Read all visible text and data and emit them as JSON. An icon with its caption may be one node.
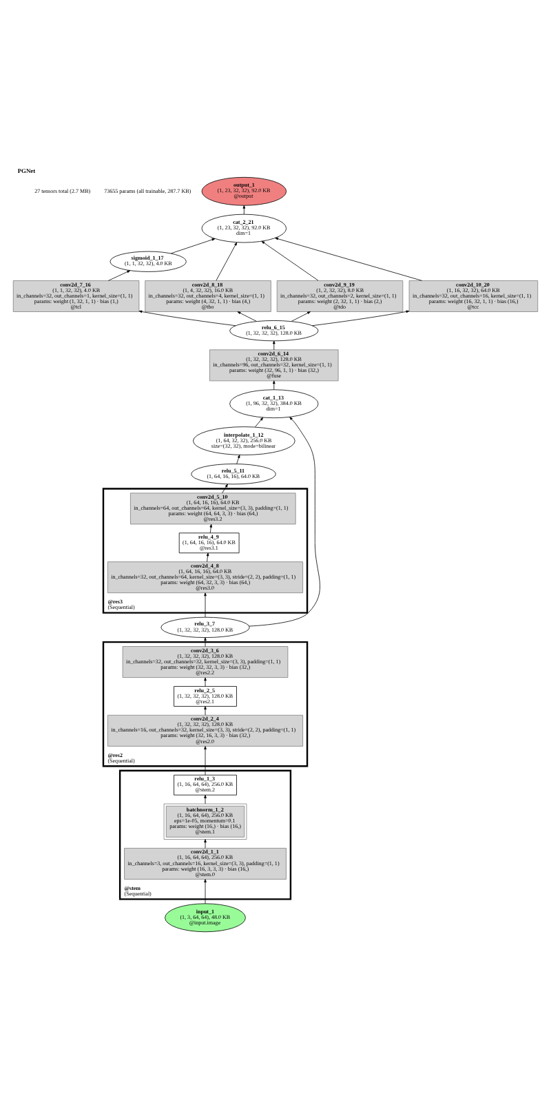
{
  "diagram": {
    "title": "PGNet",
    "nodes": [
      {
        "text": [
          "output_1",
          "(1, 23, 32, 32), 92.0 KB",
          "@output"
        ]
      },
      {
        "text": [
          "cat_2_21",
          "(1, 23, 32, 32), 92.0 KB",
          "dim=1"
        ]
      },
      {
        "text": [
          "sigmoid_1_17",
          "(1, 1, 32, 32), 4.0 KB"
        ]
      },
      {
        "text": [
          "conv2d_7_16",
          "(1, 1, 32, 32), 4.0 KB",
          "in_channels=32, out_channels=1, kernel_size=(1, 1)",
          "params: weight (1, 32, 1, 1) · bias (1,)",
          "@tcl"
        ]
      },
      {
        "text": [
          "conv2d_8_18",
          "(1, 4, 32, 32), 16.0 KB",
          "in_channels=32, out_channels=4, kernel_size=(1, 1)",
          "params: weight (4, 32, 1, 1) · bias (4,)",
          "@tbo"
        ]
      },
      {
        "text": [
          "conv2d_9_19",
          "(1, 2, 32, 32), 8.0 KB",
          "in_channels=32, out_channels=2, kernel_size=(1, 1)",
          "params: weight (2, 32, 1, 1) · bias (2,)",
          "@tdo"
        ]
      },
      {
        "text": [
          "conv2d_10_20",
          "(1, 16, 32, 32), 64.0 KB",
          "in_channels=32, out_channels=16, kernel_size=(1, 1)",
          "params: weight (16, 32, 1, 1) · bias (16,)",
          "@tcc"
        ]
      },
      {
        "text": [
          "relu_6_15",
          "(1, 32, 32, 32), 128.0 KB"
        ]
      },
      {
        "text": [
          "conv2d_6_14",
          "(1, 32, 32, 32), 128.0 KB",
          "in_channels=96, out_channels=32, kernel_size=(1, 1)",
          "params: weight (32, 96, 1, 1) · bias (32,)",
          "@fuse"
        ]
      },
      {
        "text": [
          "cat_1_13",
          "(1, 96, 32, 32), 384.0 KB",
          "dim=1"
        ]
      },
      {
        "text": [
          "interpolate_1_12",
          "(1, 64, 32, 32), 256.0 KB",
          "size=(32, 32), mode=bilinear"
        ]
      },
      {
        "text": [
          "relu_5_11",
          "(1, 64, 16, 16), 64.0 KB"
        ]
      },
      {
        "text": [
          "@res3",
          "(Sequential)"
        ]
      },
      {
        "text": [
          "conv2d_5_10",
          "(1, 64, 16, 16), 64.0 KB",
          "in_channels=64, out_channels=64, kernel_size=(3, 3), padding=(1, 1)",
          "params: weight (64, 64, 3, 3) · bias (64,)",
          "@res3.2"
        ],
        "in": 12
      },
      {
        "text": [
          "relu_4_9",
          "(1, 64, 16, 16), 64.0 KB",
          "@res3.1"
        ],
        "in": 12
      },
      {
        "text": [
          "conv2d_4_8",
          "(1, 64, 16, 16), 64.0 KB",
          "in_channels=32, out_channels=64, kernel_size=(3, 3), stride=(2, 2), padding=(1, 1)",
          "params: weight (64, 32, 3, 3) · bias (64,)",
          "@res3.0"
        ],
        "in": 12
      },
      {
        "text": [
          "relu_3_7",
          "(1, 32, 32, 32), 128.0 KB"
        ]
      },
      {
        "text": [
          "@res2",
          "(Sequential)"
        ]
      },
      {
        "text": [
          "conv2d_3_6",
          "(1, 32, 32, 32), 128.0 KB",
          "in_channels=32, out_channels=32, kernel_size=(3, 3), padding=(1, 1)",
          "params: weight (32, 32, 3, 3) · bias (32,)",
          "@res2.2"
        ],
        "in": 17
      },
      {
        "text": [
          "relu_2_5",
          "(1, 32, 32, 32), 128.0 KB",
          "@res2.1"
        ],
        "in": 17
      },
      {
        "text": [
          "conv2d_2_4",
          "(1, 32, 32, 32), 128.0 KB",
          "in_channels=16, out_channels=32, kernel_size=(3, 3), stride=(2, 2), padding=(1, 1)",
          "params: weight (32, 16, 3, 3) · bias (32,)",
          "@res2.0"
        ],
        "in": 17
      },
      {
        "text": [
          "@stem",
          "(Sequential)"
        ]
      },
      {
        "text": [
          "relu_1_3",
          "(1, 16, 64, 64), 256.0 KB",
          "@stem.2"
        ],
        "in": 21
      },
      {
        "text": [
          "batchnorm_1_2",
          "(1, 16, 64, 64), 256.0 KB",
          "eps=1e-05, momentum=0.1",
          "params: weight (16,) · bias (16,)",
          "@stem.1"
        ],
        "in": 21
      },
      {
        "text": [
          "conv2d_1_1",
          "(1, 16, 64, 64), 256.0 KB",
          "in_channels=3, out_channels=16, kernel_size=(3, 3), padding=(1, 1)",
          "params: weight (16, 3, 3, 3) · bias (16,)",
          "@stem.0"
        ],
        "in": 21
      },
      {
        "text": [
          "input_1",
          "(1, 3, 64, 64), 48.0 KB",
          "@input.image"
        ]
      }
    ],
    "edges": [
      {
        "from": 25,
        "to": 24,
        "arrow": "to"
      },
      {
        "from": 24,
        "to": 23,
        "arrow": "to"
      },
      {
        "from": 23,
        "to": 22,
        "arrow": "to"
      },
      {
        "from": 22,
        "to": 20,
        "arrow": "to"
      },
      {
        "from": 20,
        "to": 19,
        "arrow": "to"
      },
      {
        "from": 19,
        "to": 18,
        "arrow": "to"
      },
      {
        "from": 18,
        "to": 16,
        "arrow": "to"
      },
      {
        "from": 16,
        "to": 15,
        "arrow": "to"
      },
      {
        "from": 15,
        "to": 14,
        "arrow": "to"
      },
      {
        "from": 14,
        "to": 13,
        "arrow": "to"
      },
      {
        "from": 13,
        "to": 11,
        "arrow": "to"
      },
      {
        "from": 11,
        "to": 10,
        "arrow": "to"
      },
      {
        "from": 10,
        "to": 9,
        "arrow": "to"
      },
      {
        "from": 16,
        "to": 9,
        "arrow": "to"
      },
      {
        "from": 9,
        "to": 8,
        "arrow": "to"
      },
      {
        "from": 8,
        "to": 7,
        "arrow": "to"
      },
      {
        "from": 7,
        "to": 3,
        "arrow": "to"
      },
      {
        "from": 7,
        "to": 4,
        "arrow": "to"
      },
      {
        "from": 7,
        "to": 5,
        "arrow": "to"
      },
      {
        "from": 7,
        "to": 6,
        "arrow": "to"
      },
      {
        "from": 3,
        "to": 2,
        "arrow": "to"
      },
      {
        "from": 2,
        "to": 1,
        "arrow": "to"
      },
      {
        "from": 4,
        "to": 1,
        "arrow": "to"
      },
      {
        "from": 5,
        "to": 1,
        "arrow": "to"
      },
      {
        "from": 6,
        "to": 1,
        "arrow": "to"
      },
      {
        "from": 1,
        "to": 0,
        "arrow": "to"
      }
    ],
    "labels": [
      "27 tensors total (2.7 MB)",
      "73655 params (all trainable, 287.7 KB)"
    ]
  }
}
